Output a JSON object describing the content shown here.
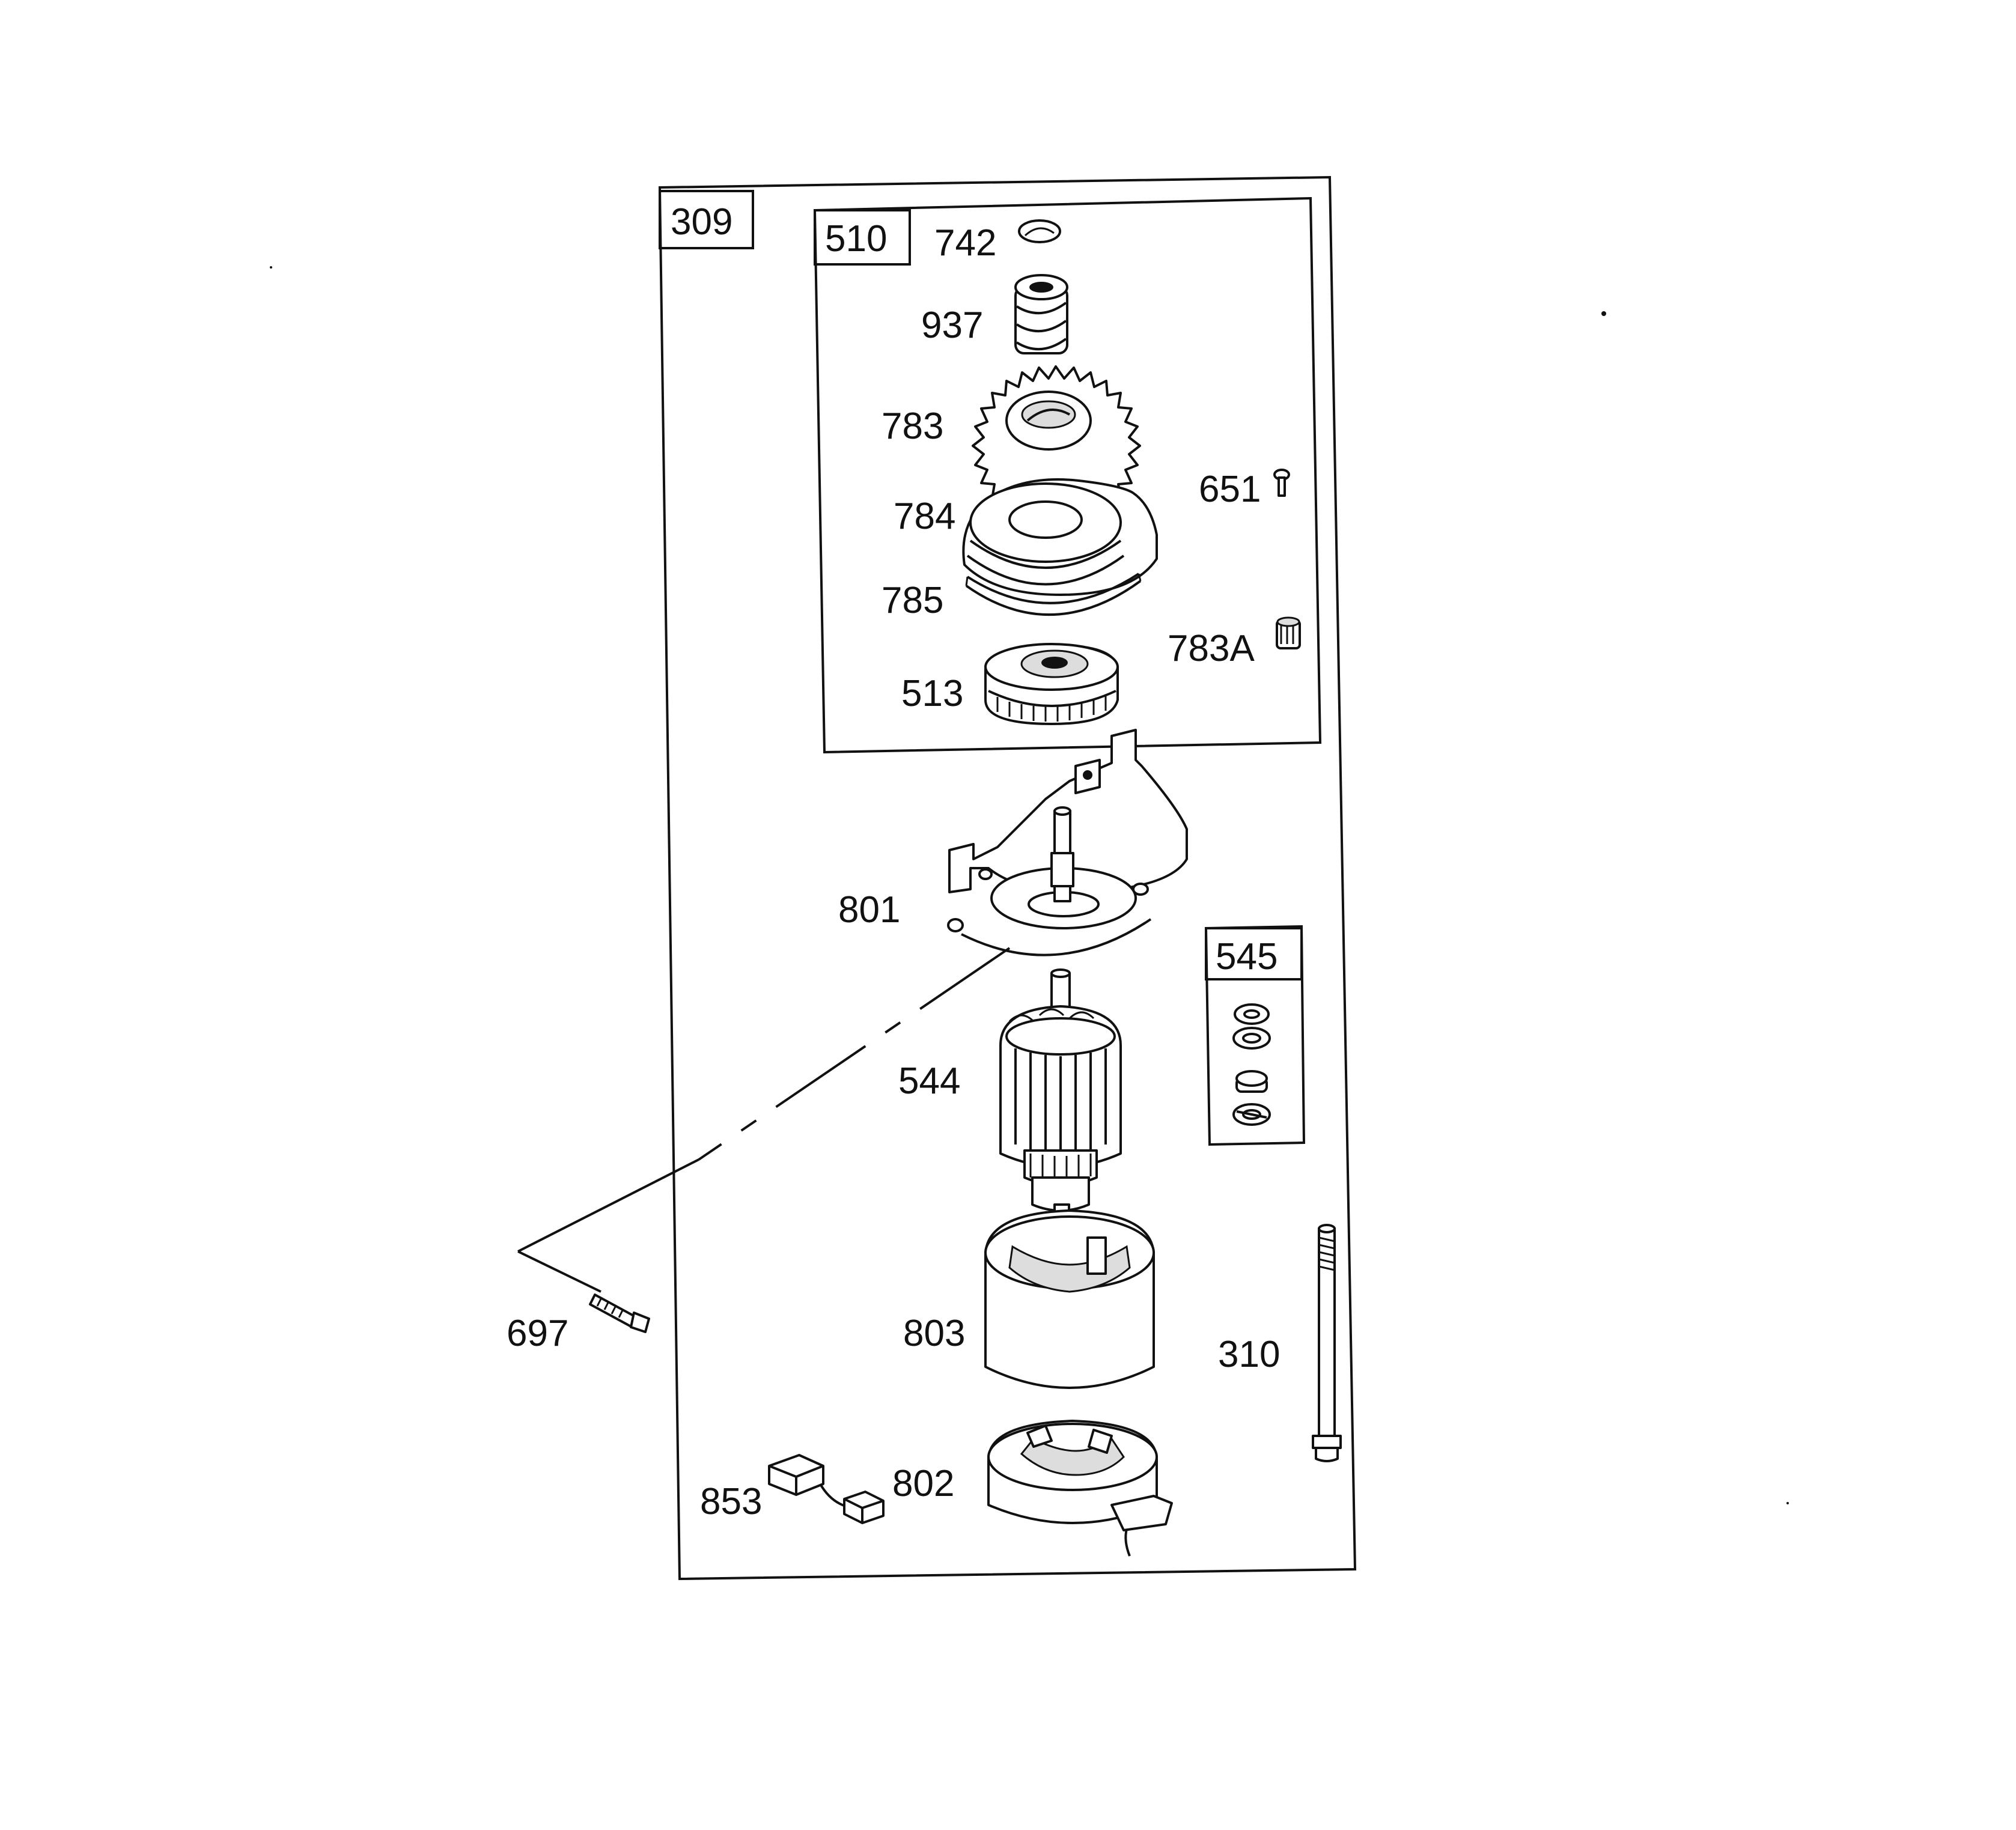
{
  "groups": {
    "starter_assembly": "309",
    "drive_assembly": "510",
    "washer_kit": "545"
  },
  "parts": {
    "p742": "742",
    "p937": "937",
    "p783": "783",
    "p651": "651",
    "p784": "784",
    "p785": "785",
    "p783A": "783A",
    "p513": "513",
    "p801": "801",
    "p544": "544",
    "p697": "697",
    "p803": "803",
    "p310": "310",
    "p853": "853",
    "p802": "802"
  }
}
